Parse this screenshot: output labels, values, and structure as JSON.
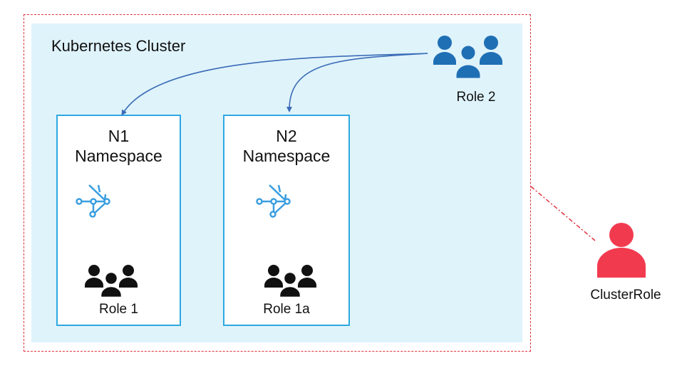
{
  "cluster": {
    "title": "Kubernetes Cluster"
  },
  "namespaces": [
    {
      "id": "n1",
      "name_line1": "N1",
      "name_line2": "Namespace",
      "role": "Role 1"
    },
    {
      "id": "n2",
      "name_line1": "N2",
      "name_line2": "Namespace",
      "role": "Role 1a"
    }
  ],
  "role2": {
    "label": "Role 2"
  },
  "cluster_role": {
    "label": "ClusterRole"
  },
  "icons": {
    "role2": "users-group-icon",
    "role1": "users-group-icon",
    "role1a": "users-group-icon",
    "clusterrole": "user-icon",
    "namespace": "network-nodes-icon"
  },
  "colors": {
    "cluster_border": "#e0333f",
    "cluster_fill": "#dff3fb",
    "namespace_border": "#2ea8e0",
    "role2_icon": "#1f6fb5",
    "role_icon": "#111111",
    "clusterrole_icon": "#f23a4f",
    "arrow": "#3b6cb7",
    "network_icon": "#3a9ee0"
  }
}
